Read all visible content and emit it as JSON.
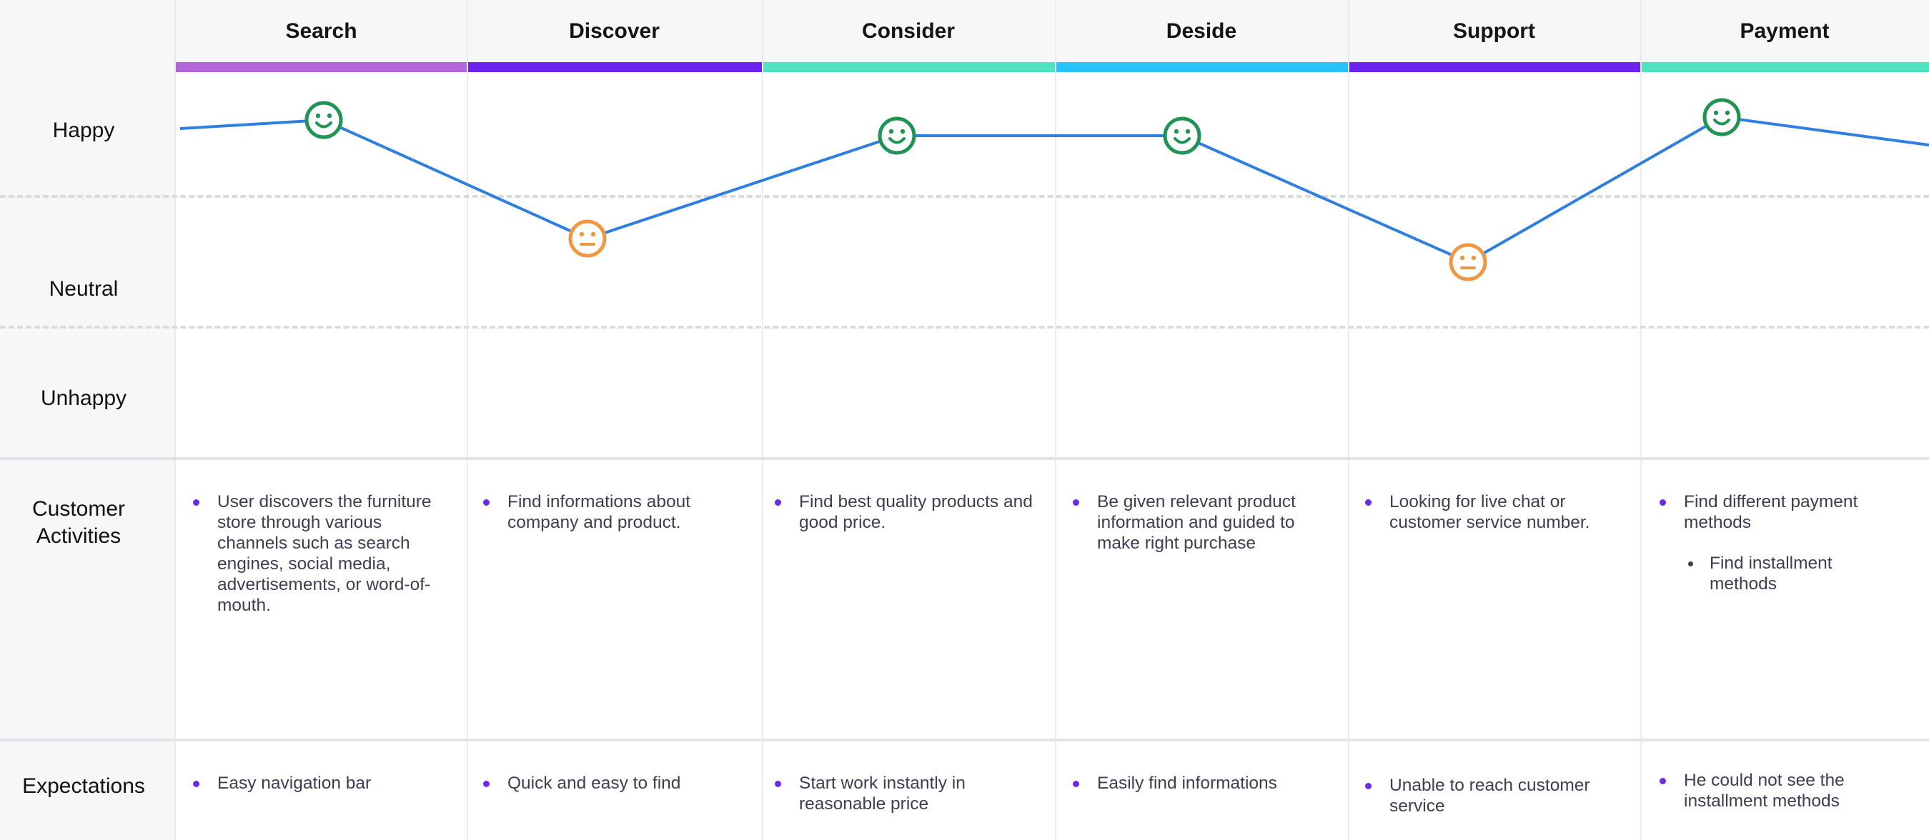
{
  "stages": [
    {
      "name": "Search",
      "color": "#b366d9",
      "emotion": "happy",
      "activities": [
        "User discovers the furniture store through various channels such as search engines, social media, advertisements, or word-of-mouth."
      ],
      "expectation": "Easy navigation bar"
    },
    {
      "name": "Discover",
      "color": "#6a24ee",
      "emotion": "neutral",
      "activities": [
        "Find informations about company and product."
      ],
      "expectation": "Quick and easy to find"
    },
    {
      "name": "Consider",
      "color": "#4fe3c1",
      "emotion": "happy",
      "activities": [
        "Find best quality products and good price."
      ],
      "expectation": "Start work instantly in reasonable price"
    },
    {
      "name": "Deside",
      "color": "#27c3f8",
      "emotion": "happy",
      "activities": [
        "Be given relevant product information and guided to make right purchase"
      ],
      "expectation": "Easily find informations"
    },
    {
      "name": "Support",
      "color": "#6a24ee",
      "emotion": "neutral",
      "activities": [
        "Looking for live chat or customer service number."
      ],
      "expectation": "Unable to reach customer service"
    },
    {
      "name": "Payment",
      "color": "#4fe3c1",
      "emotion": "happy",
      "activities": [
        "Find different payment methods"
      ],
      "sub_activities": [
        "Find installment methods"
      ],
      "expectation": "He could not see the installment methods"
    }
  ],
  "row_labels": {
    "happy": "Happy",
    "neutral": "Neutral",
    "unhappy": "Unhappy",
    "activities": "Customer Activities",
    "expectations": "Expectations"
  },
  "colors": {
    "line": "#2f7fe0",
    "happy_face": "#1f9454",
    "neutral_face": "#f09742",
    "bullet": "#6a2ae8"
  },
  "icons": {
    "happy": "smiling-face-icon",
    "neutral": "neutral-face-icon"
  }
}
